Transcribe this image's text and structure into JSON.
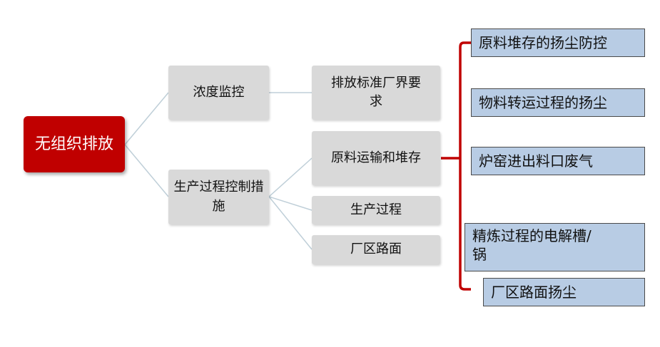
{
  "root": {
    "label": "无组织排放"
  },
  "level1": [
    {
      "label": "浓度监控"
    },
    {
      "label": "生产过程控制措施"
    }
  ],
  "level2": [
    {
      "label": "排放标准厂界要求"
    },
    {
      "label": "原料运输和堆存"
    },
    {
      "label": "生产过程"
    },
    {
      "label": "厂区路面"
    }
  ],
  "level3": [
    {
      "label": "原料堆存的扬尘防控"
    },
    {
      "label": "物料转运过程的扬尘"
    },
    {
      "label": "炉窑进出料口废气"
    },
    {
      "label": "精炼过程的电解槽/锅"
    },
    {
      "label": "厂区路面扬尘"
    }
  ],
  "colors": {
    "root": "#c00000",
    "node": "#d9d9d9",
    "leaf": "#b8cce4",
    "bracket": "#c00000",
    "connector": "#bfcfd8"
  }
}
